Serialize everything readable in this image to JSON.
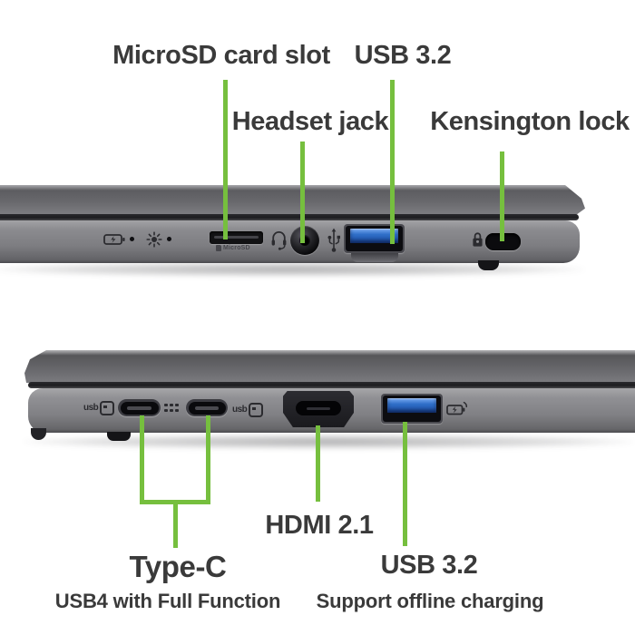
{
  "colors": {
    "accent_green": "#76bf3e",
    "label_text": "#3a3a3a",
    "usb_port_blue": "#2f6fc8"
  },
  "top_view": {
    "side": "right",
    "labels": {
      "microsd": "MicroSD card slot",
      "usb": "USB 3.2",
      "headset": "Headset jack",
      "kensington": "Kensington lock"
    },
    "engravings": {
      "microsd": "MicroSD"
    },
    "icons": [
      "battery-charge-indicator-icon",
      "power-led-icon",
      "brightness-indicator-icon",
      "status-led-icon",
      "headset-icon",
      "usb-trident-icon",
      "kensington-lock-icon"
    ]
  },
  "bottom_view": {
    "side": "left",
    "labels": {
      "hdmi": "HDMI 2.1",
      "typec_title": "Type-C",
      "typec_subtitle": "USB4 with Full Function",
      "usb_title": "USB 3.2",
      "usb_subtitle": "Support offline charging"
    },
    "engravings": {
      "usb4_left": "usb",
      "usb4_right": "usb"
    },
    "icons": [
      "usb4-logo-icon",
      "charging-dots-icon",
      "usb4-logo-icon",
      "offline-charging-icon"
    ]
  }
}
